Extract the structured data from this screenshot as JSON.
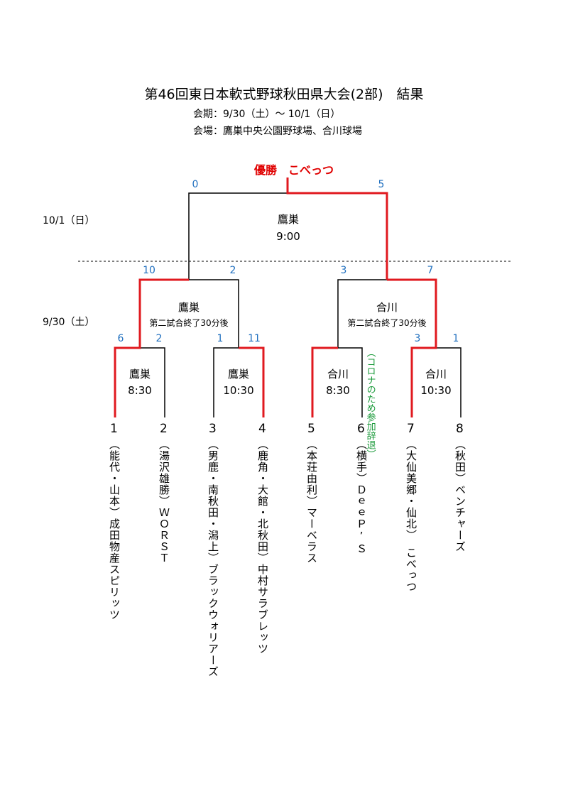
{
  "header": {
    "title": "第46回東日本軟式野球秋田県大会(2部)　結果",
    "period": "会期：9/30（土）～ 10/1（日）",
    "venue": "会場：鷹巣中央公園野球場、合川球場"
  },
  "winner": {
    "label": "優勝",
    "team": "こべっつ"
  },
  "dates": {
    "final": "10/1（日）",
    "semis": "9/30（土）"
  },
  "final": {
    "venue": "鷹巣",
    "time": "9:00",
    "score_left": "0",
    "score_right": "5"
  },
  "semis": [
    {
      "venue": "鷹巣",
      "note": "第二試合終了30分後",
      "score_left": "10",
      "score_right": "2"
    },
    {
      "venue": "合川",
      "note": "第二試合終了30分後",
      "score_left": "3",
      "score_right": "7"
    }
  ],
  "first_round": [
    {
      "venue": "鷹巣",
      "time": "8:30",
      "score_left": "6",
      "score_right": "2"
    },
    {
      "venue": "鷹巣",
      "time": "10:30",
      "score_left": "1",
      "score_right": "11"
    },
    {
      "venue": "合川",
      "time": "8:30",
      "score_left": "",
      "score_right": ""
    },
    {
      "venue": "合川",
      "time": "10:30",
      "score_left": "3",
      "score_right": "1"
    }
  ],
  "forfeit_note": "（コロナのため参加辞退）",
  "teams": [
    {
      "num": "1",
      "name": "（能代・山本）成田物産スピリッツ"
    },
    {
      "num": "2",
      "name": "（湯沢雄勝）ＷＯＲＳＴ"
    },
    {
      "num": "3",
      "name": "（男鹿・南秋田・潟上）ブラックウォリアーズ"
    },
    {
      "num": "4",
      "name": "（鹿角・大館・北秋田）中村サラブレッツ"
    },
    {
      "num": "5",
      "name": "（本荘由利）マーベラス"
    },
    {
      "num": "6",
      "name": "（横手）ＤｅｅＰ’Ｓ"
    },
    {
      "num": "7",
      "name": "（大仙美郷・仙北）　こべっつ"
    },
    {
      "num": "8",
      "name": "（秋田）ベンチャーズ"
    }
  ],
  "colors": {
    "winner_line": "#e0191f",
    "line": "#000000",
    "score": "#1f6fbf",
    "note": "#1a9a3a"
  }
}
